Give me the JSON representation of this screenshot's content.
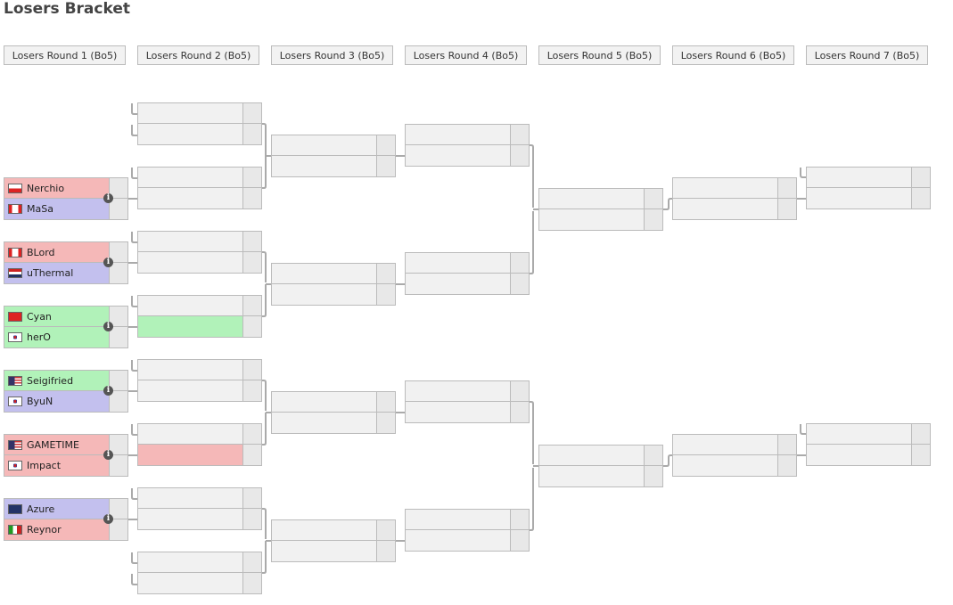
{
  "title": "Losers Bracket",
  "rounds": [
    "Losers Round 1 (Bo5)",
    "Losers Round 2 (Bo5)",
    "Losers Round 3 (Bo5)",
    "Losers Round 4 (Bo5)",
    "Losers Round 5 (Bo5)",
    "Losers Round 6 (Bo5)",
    "Losers Round 7 (Bo5)"
  ],
  "colors": {
    "red": "#f5b8b8",
    "blue": "#c3c0ee",
    "green": "#b1f2b9"
  },
  "r1_matches": [
    {
      "p1": {
        "name": "Nerchio",
        "flag": "flag-poland-icon",
        "color": "red"
      },
      "p2": {
        "name": "MaSa",
        "flag": "flag-canada-icon",
        "color": "blue"
      }
    },
    {
      "p1": {
        "name": "BLord",
        "flag": "flag-canada-icon",
        "color": "red"
      },
      "p2": {
        "name": "uThermal",
        "flag": "flag-netherlands-icon",
        "color": "blue"
      }
    },
    {
      "p1": {
        "name": "Cyan",
        "flag": "flag-china-icon",
        "color": "green"
      },
      "p2": {
        "name": "herO",
        "flag": "flag-korea-icon",
        "color": "green"
      }
    },
    {
      "p1": {
        "name": "Seigifried",
        "flag": "flag-usa-icon",
        "color": "green"
      },
      "p2": {
        "name": "ByuN",
        "flag": "flag-korea-icon",
        "color": "blue"
      }
    },
    {
      "p1": {
        "name": "GAMETIME",
        "flag": "flag-usa-icon",
        "color": "red"
      },
      "p2": {
        "name": "Impact",
        "flag": "flag-korea-icon",
        "color": "red"
      }
    },
    {
      "p1": {
        "name": "Azure",
        "flag": "flag-australia-icon",
        "color": "blue"
      },
      "p2": {
        "name": "Reynor",
        "flag": "flag-italy-icon",
        "color": "red"
      }
    }
  ],
  "info_label": "i"
}
